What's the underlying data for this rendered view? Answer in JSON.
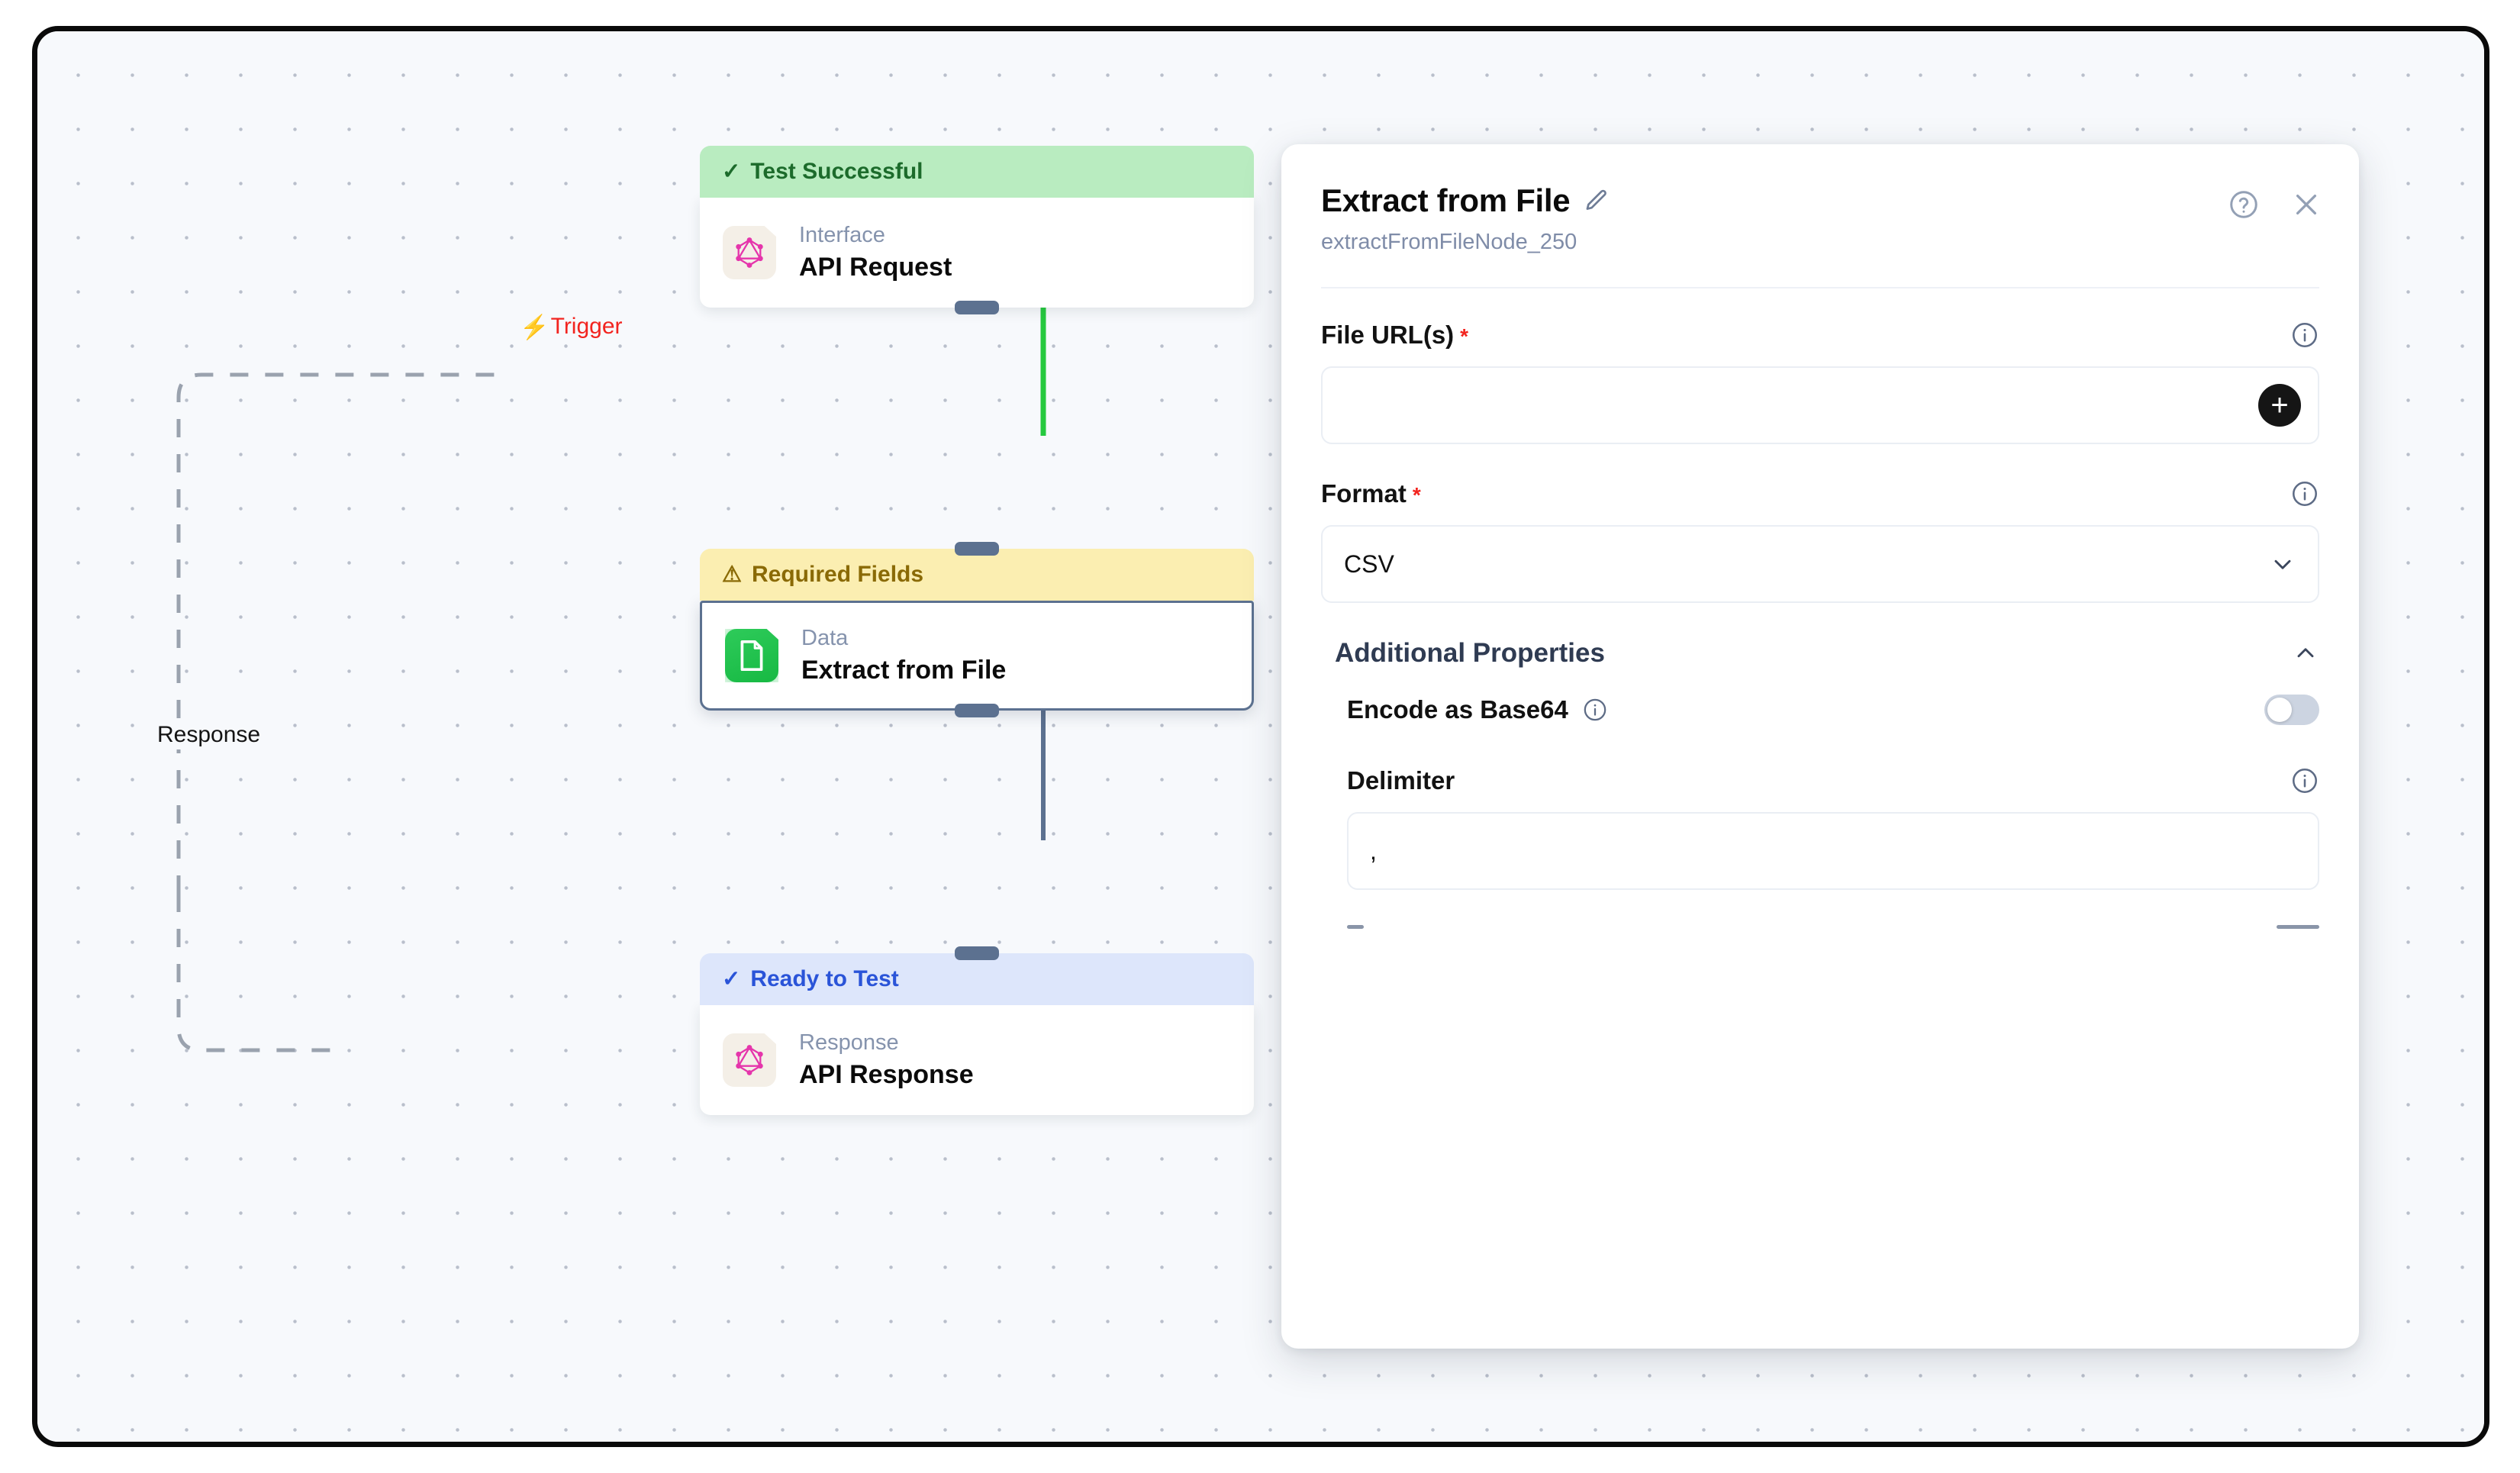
{
  "canvas": {
    "edges": [
      {
        "name": "trigger",
        "label": "Trigger",
        "glyph": "⚡",
        "color": "#f2241f"
      },
      {
        "name": "response",
        "label": "Response",
        "color": "#141414"
      }
    ],
    "nodes": [
      {
        "badge": "Test Successful",
        "badge_glyph": "✓",
        "badge_style": "success",
        "kind": "Interface",
        "title": "API Request",
        "icon": "graphql-icon",
        "selected": false
      },
      {
        "badge": "Required Fields",
        "badge_glyph": "⚠",
        "badge_style": "warn",
        "kind": "Data",
        "title": "Extract from File",
        "icon": "file-document-icon",
        "selected": true
      },
      {
        "badge": "Ready to Test",
        "badge_glyph": "✓",
        "badge_style": "ready",
        "kind": "Response",
        "title": "API Response",
        "icon": "graphql-icon",
        "selected": false
      }
    ]
  },
  "panel": {
    "title": "Extract from File",
    "edit_icon": "pencil-icon",
    "subtitle": "extractFromFileNode_250",
    "help_icon": "help-circle-icon",
    "close_icon": "close-icon",
    "fields": {
      "file_urls": {
        "label": "File URL(s)",
        "required_marker": "*",
        "value": "",
        "placeholder": "",
        "info_icon": "info-icon",
        "add_icon": "plus-icon"
      },
      "format": {
        "label": "Format",
        "required_marker": "*",
        "value": "CSV",
        "options": [
          "CSV"
        ],
        "chevron": "chevron-down-icon",
        "info_icon": "info-icon"
      },
      "additional_properties": {
        "title": "Additional Properties",
        "chevron": "chevron-up-icon",
        "expanded": true
      },
      "encode_base64": {
        "label": "Encode as Base64",
        "info_icon": "info-icon",
        "enabled": false
      },
      "delimiter": {
        "label": "Delimiter",
        "value": ",",
        "placeholder": "",
        "info_icon": "info-icon"
      }
    }
  },
  "colors": {
    "accent_red": "#f2241f",
    "success_green": "#b9ecc0",
    "warn_yellow": "#fbeeb1",
    "ready_blue": "#dde6fb",
    "graphql_pink": "#e535ab",
    "data_green": "#22bf4d",
    "node_border": "#5c7190"
  }
}
